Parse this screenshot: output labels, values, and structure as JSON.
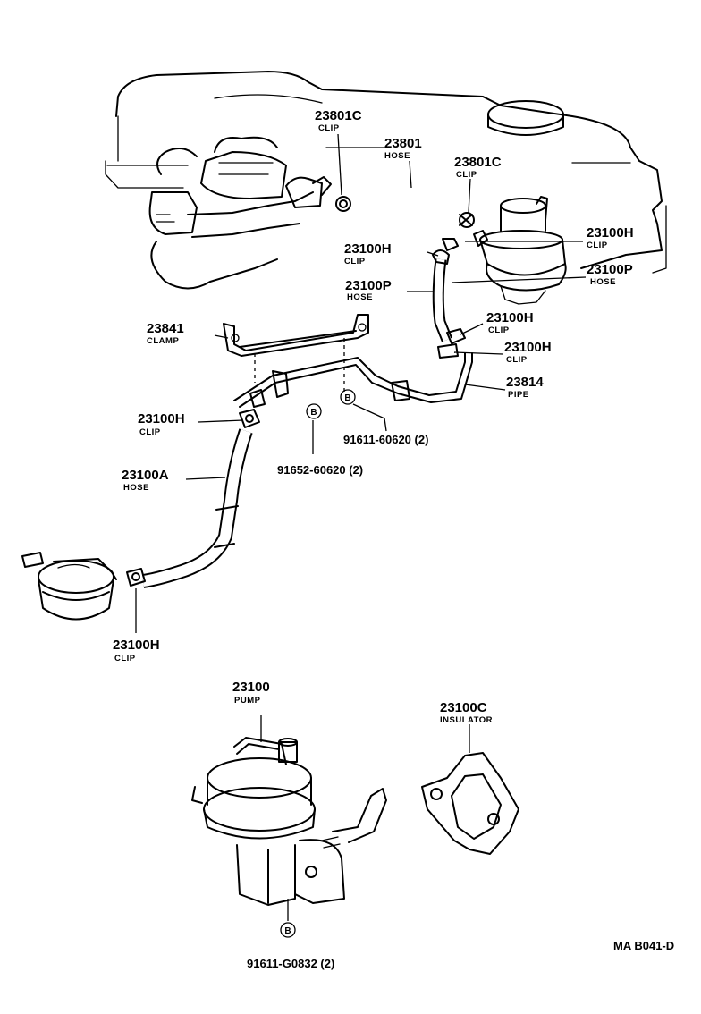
{
  "callouts": {
    "c23801c_a": {
      "part": "23801C",
      "desc": "CLIP"
    },
    "c23801": {
      "part": "23801",
      "desc": "HOSE"
    },
    "c23801c_b": {
      "part": "23801C",
      "desc": "CLIP"
    },
    "c23100h_a": {
      "part": "23100H",
      "desc": "CLIP"
    },
    "c23100h_b": {
      "part": "23100H",
      "desc": "CLIP"
    },
    "c23100p_a": {
      "part": "23100P",
      "desc": "HOSE"
    },
    "c23100p_b": {
      "part": "23100P",
      "desc": "HOSE"
    },
    "c23841": {
      "part": "23841",
      "desc": "CLAMP"
    },
    "c23100h_c": {
      "part": "23100H",
      "desc": "CLIP"
    },
    "c23100h_d": {
      "part": "23100H",
      "desc": "CLIP"
    },
    "c23814": {
      "part": "23814",
      "desc": "PIPE"
    },
    "c23100h_e": {
      "part": "23100H",
      "desc": "CLIP"
    },
    "c23100a": {
      "part": "23100A",
      "desc": "HOSE"
    },
    "c23100h_f": {
      "part": "23100H",
      "desc": "CLIP"
    },
    "c23100": {
      "part": "23100",
      "desc": "PUMP"
    },
    "c23100c": {
      "part": "23100C",
      "desc": "INSULATOR"
    }
  },
  "bolts": {
    "b1": {
      "marker": "B",
      "code": "91611-60620 (2)"
    },
    "b2": {
      "marker": "B",
      "code": "91652-60620 (2)"
    },
    "b3": {
      "marker": "B",
      "code": "91611-G0832 (2)"
    }
  },
  "footer": {
    "code": "MA B041-D"
  }
}
